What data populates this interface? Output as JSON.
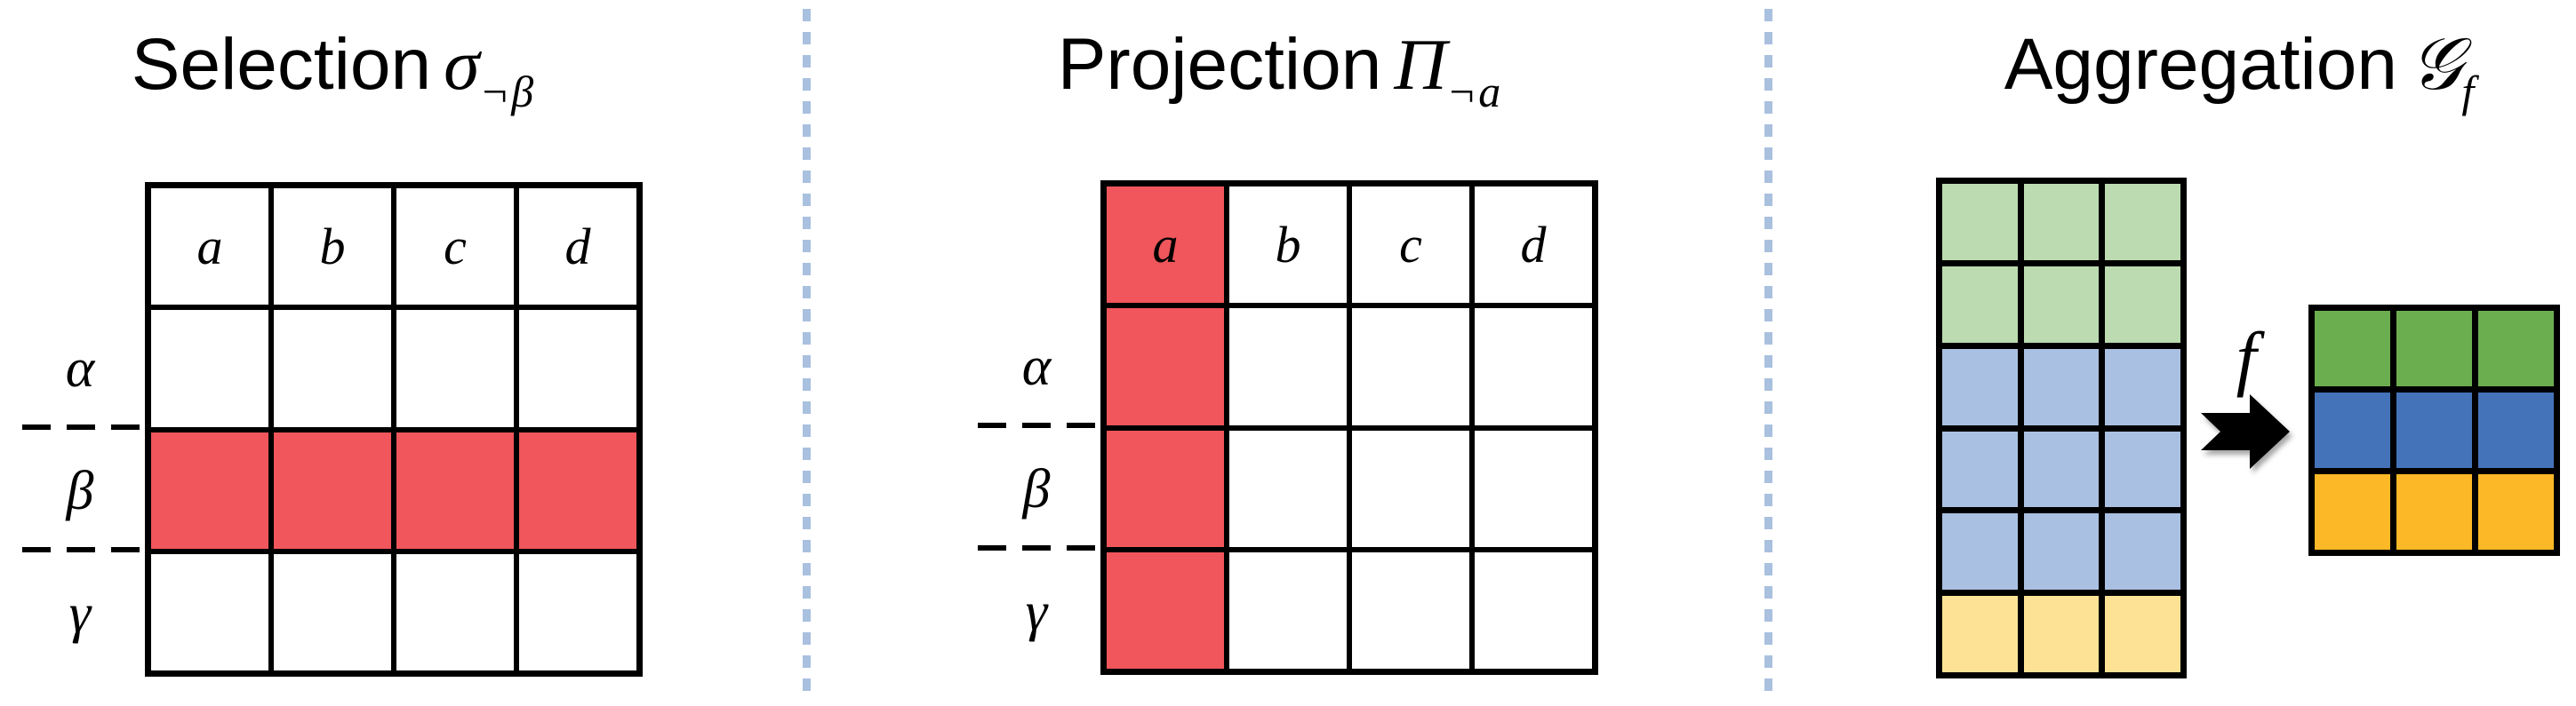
{
  "figure": {
    "background": "#FFFFFF",
    "line_color": "#000000",
    "divider_color": "#A9C0DF",
    "divider_style": "dashed"
  },
  "panels": [
    {
      "id": "selection",
      "title": {
        "label": "Selection",
        "operator": "σ",
        "subscript": "¬β"
      },
      "table": {
        "column_headers": [
          "a",
          "b",
          "c",
          "d"
        ],
        "row_labels": [
          "α",
          "β",
          "γ"
        ],
        "body_rows": 3,
        "highlight": {
          "type": "row",
          "label": "β",
          "index": 1,
          "include_header": false
        },
        "highlight_color": "#F0565B",
        "cell_color": "#FFFFFF"
      }
    },
    {
      "id": "projection",
      "title": {
        "label": "Projection",
        "operator": "Π",
        "subscript": "¬a"
      },
      "table": {
        "column_headers": [
          "a",
          "b",
          "c",
          "d"
        ],
        "row_labels": [
          "α",
          "β",
          "γ"
        ],
        "body_rows": 3,
        "highlight": {
          "type": "column",
          "label": "a",
          "index": 0,
          "include_header": true
        },
        "highlight_color": "#F0565B",
        "cell_color": "#FFFFFF"
      }
    },
    {
      "id": "aggregation",
      "title": {
        "label": "Aggregation",
        "operator": "𝒢",
        "subscript": "f"
      },
      "function_label": "f",
      "arrow_icon": "right-block-arrow",
      "input_grid": {
        "columns": 3,
        "row_colors": [
          "#BCDBB0",
          "#BCDBB0",
          "#AAC0E2",
          "#AAC0E2",
          "#AAC0E2",
          "#FDE295"
        ]
      },
      "output_grid": {
        "columns": 3,
        "row_colors": [
          "#6BAE4F",
          "#4473B9",
          "#FCB826"
        ]
      }
    }
  ]
}
